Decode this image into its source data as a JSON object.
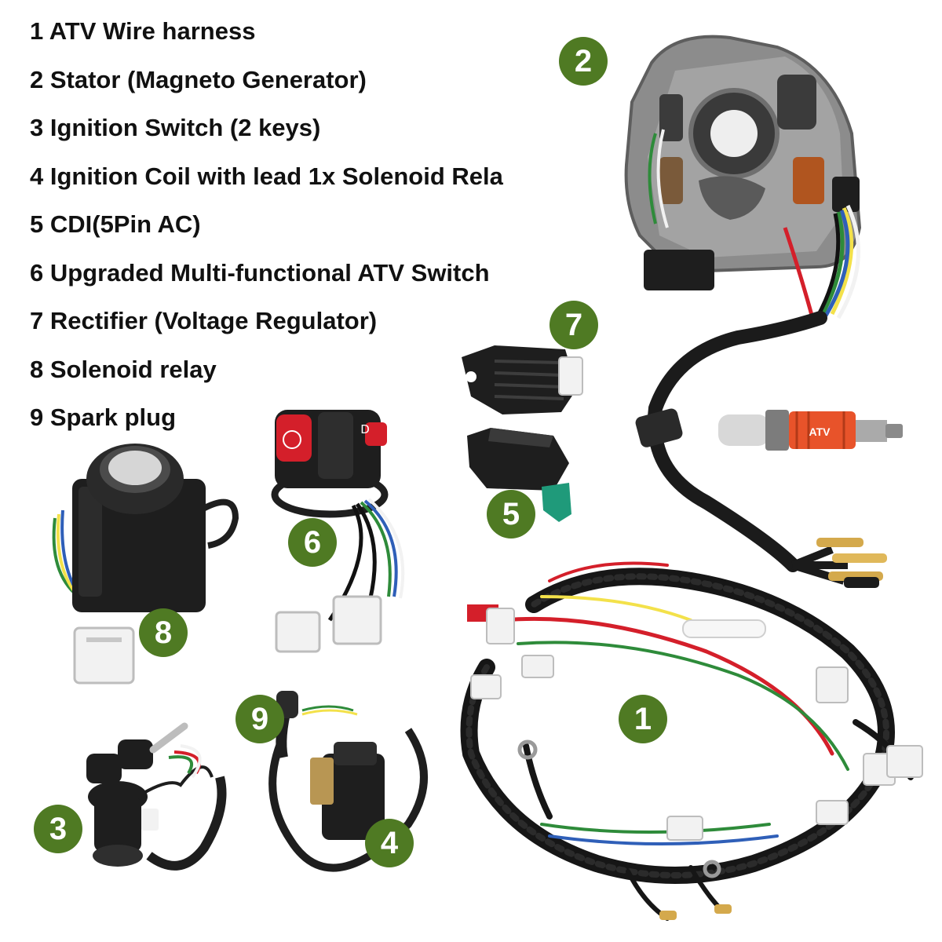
{
  "parts": [
    {
      "num": "1",
      "text": "1 ATV Wire harness"
    },
    {
      "num": "2",
      "text": "2 Stator (Magneto Generator)"
    },
    {
      "num": "3",
      "text": "3 Ignition Switch (2 keys)"
    },
    {
      "num": "4",
      "text": "4 Ignition Coil with lead 1x Solenoid Rela"
    },
    {
      "num": "5",
      "text": "5 CDI(5Pin AC)"
    },
    {
      "num": "6",
      "text": "6 Upgraded Multi-functional ATV Switch"
    },
    {
      "num": "7",
      "text": "7 Rectifier (Voltage Regulator)"
    },
    {
      "num": "8",
      "text": "8 Solenoid relay"
    },
    {
      "num": "9",
      "text": "9 Spark plug"
    }
  ],
  "badges": {
    "b1": "1",
    "b2": "2",
    "b3": "3",
    "b4": "4",
    "b5": "5",
    "b6": "6",
    "b7": "7",
    "b8": "8",
    "b9": "9"
  },
  "spark_plug_print": "ATV",
  "colors": {
    "badge": "#4f7a23",
    "part_body": "#1e1e1e",
    "stator_metal": "#8c8c8c",
    "connector": "#f2f2f2",
    "cdi_plug": "#1f9a7a",
    "red_switch": "#d41f2a",
    "spark_plug_orange": "#e8532a"
  }
}
